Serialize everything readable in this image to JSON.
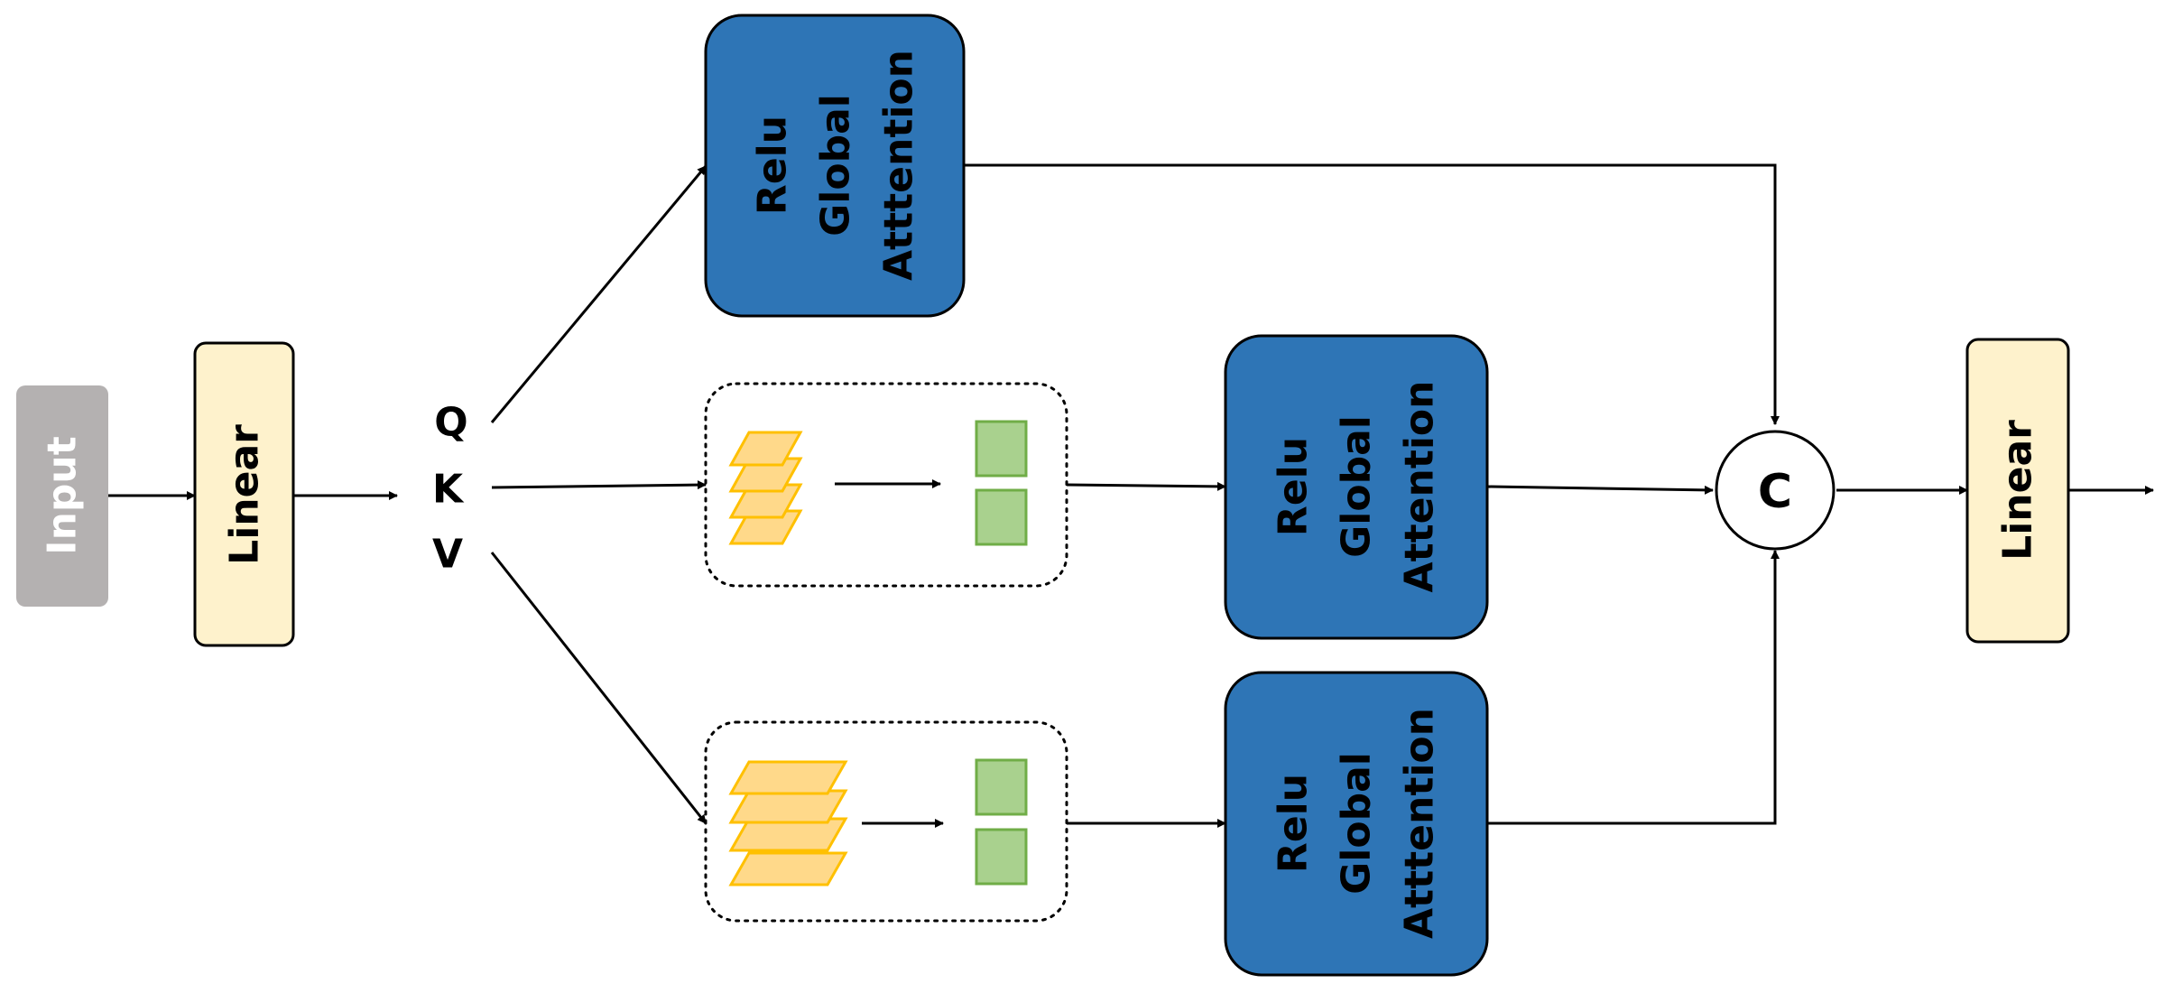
{
  "colors": {
    "input_fill": "#B4B1B1",
    "input_text": "#FFFFFF",
    "linear_fill": "#FEF2CC",
    "attention_fill": "#2E75B6",
    "attention_text": "#000000",
    "stack_fill": "#FFD98A",
    "stack_stroke": "#FFC000",
    "pooled_fill": "#A9D18E",
    "pooled_stroke": "#70AD47",
    "line": "#000000"
  },
  "input": {
    "label": "Input"
  },
  "linear_in": {
    "label": "Linear"
  },
  "linear_out": {
    "label": "Linear"
  },
  "qkv": {
    "q": "Q",
    "k": "K",
    "v": "V"
  },
  "attention": {
    "line1": "Relu",
    "line2": "Global",
    "line3": "Atttention",
    "line3_alt": "Attention"
  },
  "concat": {
    "label": "C"
  }
}
